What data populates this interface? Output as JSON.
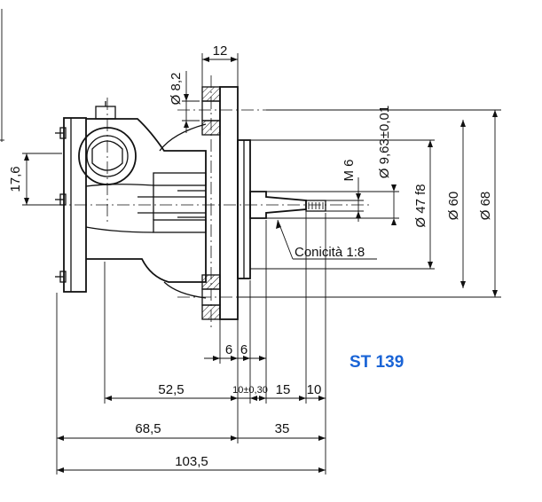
{
  "model_code": "ST 139",
  "model_color": "#1a64d6",
  "labels": {
    "d_8_2": "Ø 8,2",
    "w_12": "12",
    "h_17_6": "17,6",
    "d_9_63": "Ø 9,63±0,01",
    "m6": "M 6",
    "d_47": "Ø 47 f8",
    "d_60": "Ø 60",
    "d_68": "Ø 68",
    "taper": "Conicità 1:8",
    "w_6a": "6",
    "w_6b": "6",
    "w_52_5": "52,5",
    "w_10_tol": "10±0,30",
    "w_15": "15",
    "w_10": "10",
    "w_68_5": "68,5",
    "w_35": "35",
    "w_103_5": "103,5"
  }
}
